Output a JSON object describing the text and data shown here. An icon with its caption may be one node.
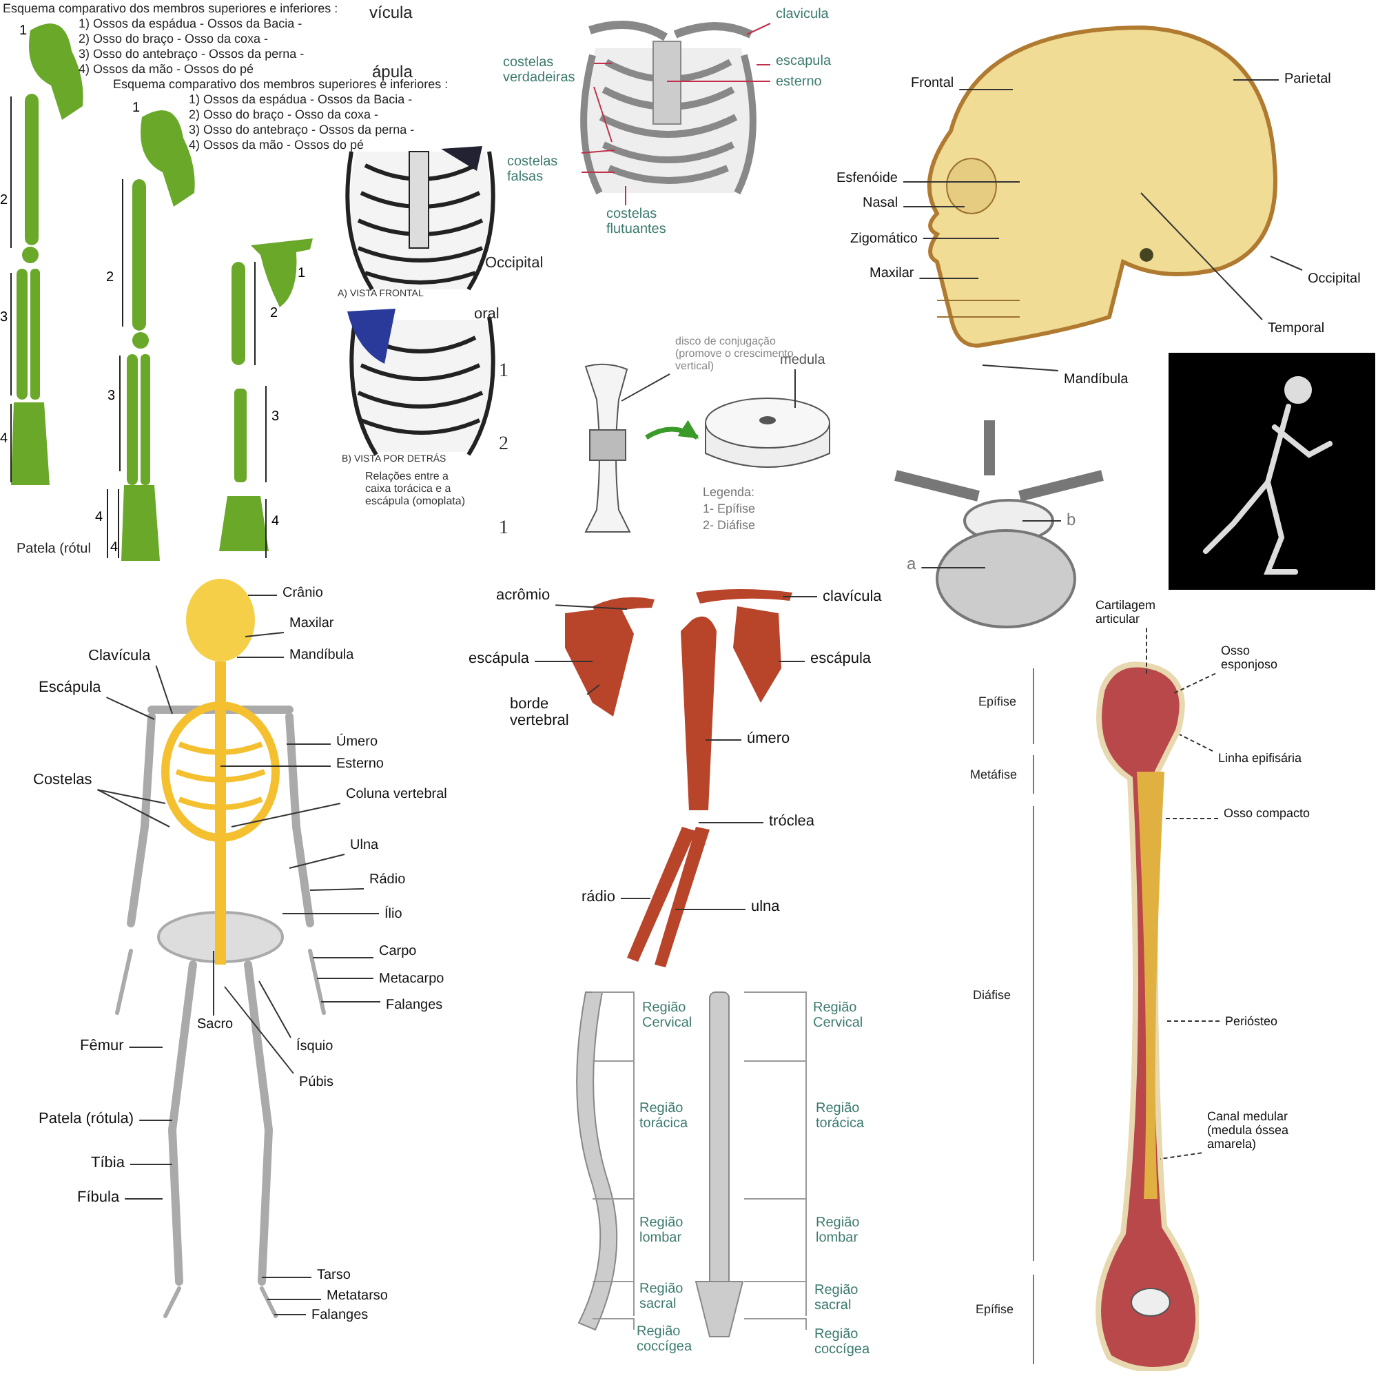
{
  "diagram": {
    "nodes": [
      {
        "text": [
          "Frontal"
        ]
      },
      {
        "text": [
          "Parietal"
        ]
      },
      {
        "text": [
          "Esfenóide"
        ]
      },
      {
        "text": [
          "Nasal"
        ]
      },
      {
        "text": [
          "Zigomático"
        ]
      },
      {
        "text": [
          "Maxilar"
        ]
      },
      {
        "text": [
          "Occipital"
        ]
      },
      {
        "text": [
          "Temporal"
        ]
      },
      {
        "text": [
          "Mandíbula"
        ]
      },
      {
        "text": [
          "a"
        ]
      },
      {
        "text": [
          "b"
        ]
      },
      {
        "text": [
          "clavicula"
        ]
      },
      {
        "text": [
          "escapula"
        ]
      },
      {
        "text": [
          "esterno"
        ]
      },
      {
        "text": [
          "costelas verdadeiras"
        ]
      },
      {
        "text": [
          "costelas falsas"
        ]
      },
      {
        "text": [
          "costelas flutuantes"
        ]
      },
      {
        "text": [
          "disco de conjugação (promove o crescimento vertical)"
        ]
      },
      {
        "text": [
          "medula"
        ]
      },
      {
        "text": [],
        "shape": "picture"
      },
      {
        "text": [],
        "shape": "picture"
      },
      {
        "text": [
          "Crânio"
        ]
      },
      {
        "text": [
          "Maxilar"
        ]
      },
      {
        "text": [
          "Mandíbula"
        ]
      },
      {
        "text": [
          "Clavícula"
        ]
      },
      {
        "text": [
          "Escápula"
        ]
      },
      {
        "text": [
          "Úmero"
        ]
      },
      {
        "text": [
          "Esterno"
        ]
      },
      {
        "text": [
          "Costelas"
        ]
      },
      {
        "text": [
          "Coluna vertebral"
        ]
      },
      {
        "text": [
          "Ulna"
        ]
      },
      {
        "text": [
          "Rádio"
        ]
      },
      {
        "text": [
          "Ílio"
        ]
      },
      {
        "text": [
          "Carpo"
        ]
      },
      {
        "text": [
          "Metacarpo"
        ]
      },
      {
        "text": [
          "Falanges"
        ]
      },
      {
        "text": [
          "Sacro"
        ]
      },
      {
        "text": [
          "Ísquio"
        ]
      },
      {
        "text": [
          "Púbis"
        ]
      },
      {
        "text": [
          "Fêmur"
        ]
      },
      {
        "text": [
          "Patela (rótula)"
        ]
      },
      {
        "text": [
          "Tíbia"
        ]
      },
      {
        "text": [
          "Fíbula"
        ]
      },
      {
        "text": [
          "Tarso"
        ]
      },
      {
        "text": [
          "Metatarso"
        ]
      },
      {
        "text": [
          "Falanges"
        ]
      },
      {
        "text": [
          "acrômio"
        ]
      },
      {
        "text": [
          "clavícula"
        ]
      },
      {
        "text": [
          "escápula"
        ]
      },
      {
        "text": [
          "borde vertebral"
        ]
      },
      {
        "text": [
          "escápula"
        ]
      },
      {
        "text": [
          "úmero"
        ]
      },
      {
        "text": [
          "tróclea"
        ]
      },
      {
        "text": [
          "rádio"
        ]
      },
      {
        "text": [
          "ulna"
        ]
      },
      {
        "text": [
          "Cartilagem articular"
        ]
      },
      {
        "text": [
          "Osso esponjoso"
        ]
      },
      {
        "text": [
          "Linha epifisária"
        ]
      },
      {
        "text": [
          "Osso compacto"
        ]
      },
      {
        "text": [
          "Periósteo"
        ]
      },
      {
        "text": [
          "Canal medular (medula óssea amarela)"
        ]
      },
      {
        "text": [],
        "shape": "picture"
      },
      {
        "text": [],
        "shape": "picture"
      }
    ],
    "edges": [
      {
        "from": 0,
        "to": null,
        "arrow": "none"
      },
      {
        "from": 1,
        "to": null,
        "arrow": "none"
      },
      {
        "from": 2,
        "to": null,
        "arrow": "none"
      },
      {
        "from": 3,
        "to": null,
        "arrow": "none"
      },
      {
        "from": 4,
        "to": null,
        "arrow": "none"
      },
      {
        "from": 5,
        "to": null,
        "arrow": "none"
      },
      {
        "from": 6,
        "to": null,
        "arrow": "none"
      },
      {
        "from": 7,
        "to": null,
        "arrow": "none"
      },
      {
        "from": 8,
        "to": null,
        "arrow": "none"
      },
      {
        "from": 9,
        "to": null,
        "arrow": "none"
      },
      {
        "from": 10,
        "to": null,
        "arrow": "none"
      },
      {
        "from": 11,
        "to": 62,
        "arrow": "none",
        "color": "#c0304a"
      },
      {
        "from": 12,
        "to": 62,
        "arrow": "none",
        "color": "#c0304a"
      },
      {
        "from": 13,
        "to": 62,
        "arrow": "none",
        "color": "#c0304a"
      },
      {
        "from": 14,
        "to": 62,
        "arrow": "none",
        "color": "#c0304a"
      },
      {
        "from": 14,
        "to": 62,
        "arrow": "none",
        "color": "#c0304a"
      },
      {
        "from": 15,
        "to": 62,
        "arrow": "none",
        "color": "#c0304a"
      },
      {
        "from": 15,
        "to": 62,
        "arrow": "none",
        "color": "#c0304a"
      },
      {
        "from": 16,
        "to": 62,
        "arrow": "none",
        "color": "#c0304a"
      },
      {
        "from": 17,
        "to": 19,
        "arrow": "none"
      },
      {
        "from": 18,
        "to": 20,
        "arrow": "none"
      },
      {
        "from": 19,
        "to": 20,
        "arrow": "to",
        "style": "thick",
        "color": "#3a9a2a"
      },
      {
        "from": 21,
        "to": null,
        "arrow": "none"
      },
      {
        "from": 22,
        "to": null,
        "arrow": "none"
      },
      {
        "from": 23,
        "to": null,
        "arrow": "none"
      },
      {
        "from": 24,
        "to": null,
        "arrow": "none"
      },
      {
        "from": 25,
        "to": null,
        "arrow": "none"
      },
      {
        "from": 26,
        "to": null,
        "arrow": "none"
      },
      {
        "from": 27,
        "to": null,
        "arrow": "none"
      },
      {
        "from": 28,
        "to": null,
        "arrow": "none"
      },
      {
        "from": 28,
        "to": null,
        "arrow": "none"
      },
      {
        "from": 29,
        "to": null,
        "arrow": "none"
      },
      {
        "from": 30,
        "to": null,
        "arrow": "none"
      },
      {
        "from": 31,
        "to": null,
        "arrow": "none"
      },
      {
        "from": 32,
        "to": null,
        "arrow": "none"
      },
      {
        "from": 33,
        "to": null,
        "arrow": "none"
      },
      {
        "from": 34,
        "to": null,
        "arrow": "none"
      },
      {
        "from": 35,
        "to": null,
        "arrow": "none"
      },
      {
        "from": 36,
        "to": null,
        "arrow": "none"
      },
      {
        "from": 37,
        "to": null,
        "arrow": "none"
      },
      {
        "from": 38,
        "to": null,
        "arrow": "none"
      },
      {
        "from": 39,
        "to": null,
        "arrow": "none"
      },
      {
        "from": 40,
        "to": null,
        "arrow": "none"
      },
      {
        "from": 41,
        "to": null,
        "arrow": "none"
      },
      {
        "from": 42,
        "to": null,
        "arrow": "none"
      },
      {
        "from": 43,
        "to": null,
        "arrow": "none"
      },
      {
        "from": 44,
        "to": null,
        "arrow": "none"
      },
      {
        "from": 45,
        "to": null,
        "arrow": "none"
      },
      {
        "from": 46,
        "to": null,
        "arrow": "none"
      },
      {
        "from": 47,
        "to": null,
        "arrow": "none"
      },
      {
        "from": 48,
        "to": null,
        "arrow": "none"
      },
      {
        "from": 49,
        "to": null,
        "arrow": "none"
      },
      {
        "from": 50,
        "to": null,
        "arrow": "none"
      },
      {
        "from": 51,
        "to": null,
        "arrow": "none"
      },
      {
        "from": 52,
        "to": null,
        "arrow": "none"
      },
      {
        "from": 53,
        "to": null,
        "arrow": "none"
      },
      {
        "from": 54,
        "to": null,
        "arrow": "none"
      },
      {
        "from": 55,
        "to": 61,
        "arrow": "none",
        "style": "dashed"
      },
      {
        "from": 56,
        "to": 61,
        "arrow": "none",
        "style": "dashed"
      },
      {
        "from": 57,
        "to": 61,
        "arrow": "none",
        "style": "dashed"
      },
      {
        "from": 58,
        "to": 61,
        "arrow": "none",
        "style": "dashed"
      },
      {
        "from": 59,
        "to": 61,
        "arrow": "none",
        "style": "dashed"
      },
      {
        "from": 60,
        "to": 61,
        "arrow": "none",
        "style": "dashed"
      }
    ],
    "labels": [
      "Esquema comparativo dos membros superiores e inferiores :",
      "1) Ossos da espádua - Ossos da Bacia -",
      "2) Osso do braço - Osso da coxa -",
      "3) Osso do antebraço - Ossos da perna -",
      "4) Ossos da mão - Ossos do pé",
      "vícula",
      "ápula",
      "Esquema comparativo dos membros superiores e inferiores :",
      "1) Ossos da espádua - Ossos da Bacia -",
      "2) Osso do braço - Osso da coxa -",
      "3) Osso do antebraço - Ossos da perna -",
      "4) Ossos da mão - Ossos do pé",
      "1",
      "1",
      "2",
      "2",
      "3",
      "3",
      "4",
      "4",
      "4",
      "1",
      "2",
      "3",
      "4",
      "Occipital",
      "A) VISTA FRONTAL",
      "oral",
      "B) VISTA POR DETRÁS",
      "Relações entre a caixa torácica e a escápula (omoplata)",
      "Patela (rótul",
      "1",
      "2",
      "1",
      "Legenda:",
      "1- Epífise",
      "2- Diáfise",
      "Região Cervical",
      "Região Cervical",
      "Região torácica",
      "Região torácica",
      "Região lombar",
      "Região lombar",
      "Região sacral",
      "Região sacral",
      "Região coccígea",
      "Região coccígea",
      "Epífise",
      "Metáfise",
      "Diáfise",
      "Epífise"
    ]
  }
}
